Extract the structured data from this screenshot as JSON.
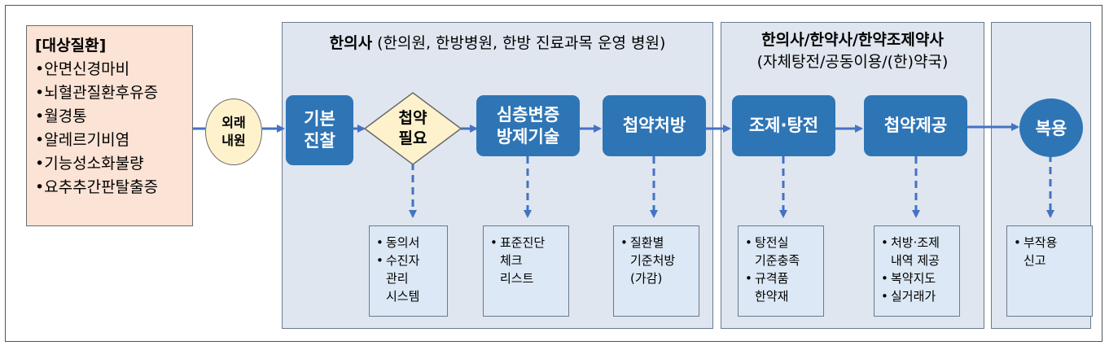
{
  "diseases": {
    "title": "[대상질환]",
    "items": [
      "안면신경마비",
      "뇌혈관질환후유증",
      "월경통",
      "알레르기비염",
      "기능성소화불량",
      "요추추간판탈출증"
    ]
  },
  "referral": [
    "외래",
    "내원"
  ],
  "panel_doctor": {
    "title_bold": "한의사",
    "title_rest": " (한의원, 한방병원, 한방 진료과목 운영 병원)"
  },
  "panel_pharmacy": {
    "title_line1": "한의사/한약사/한약조제약사",
    "title_line2": "(자체탕전/공동이용/(한)약국)"
  },
  "steps": {
    "basic_exam": [
      "기본",
      "진찰"
    ],
    "decision": [
      "첩약",
      "필요"
    ],
    "diagnosis": [
      "심층변증",
      "방제기술"
    ],
    "prescription": "첩약처방",
    "preparation": "조제·탕전",
    "provision": "첩약제공",
    "intake": "복용"
  },
  "notes": {
    "consent": [
      "동의서",
      "수진자\n관리\n시스템"
    ],
    "checklist": [
      "표준진단\n체크\n리스트"
    ],
    "standard_rx": [
      "질환별\n기준처방\n(가감)"
    ],
    "facility": [
      "탕전실\n기준충족",
      "규격품\n한약재"
    ],
    "provision_info": [
      "처방·조제\n내역 제공",
      "복약지도",
      "실거래가"
    ],
    "side_effect": [
      "부작용\n신고"
    ]
  },
  "colors": {
    "node": "#2e75b6",
    "panel": "#dfe6ef",
    "disease_bg": "#fbe3d5",
    "referral_bg": "#fdf2cc",
    "arrow": "#4472c4"
  }
}
